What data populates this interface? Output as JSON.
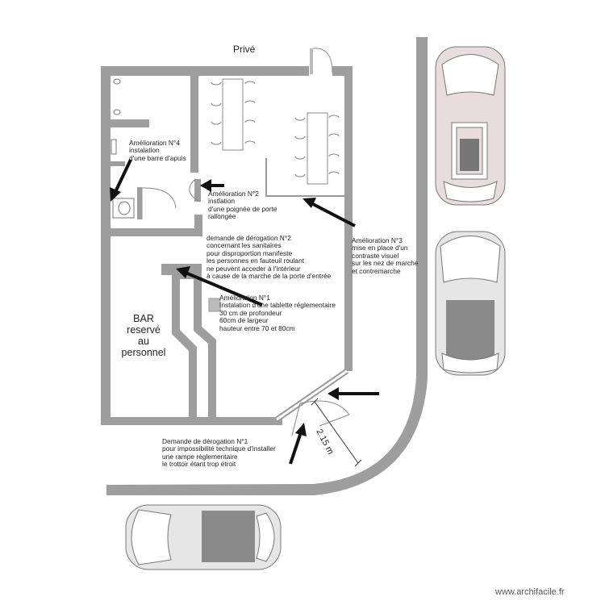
{
  "labels": {
    "prive": "Privé",
    "bar": [
      "BAR",
      "reservé",
      "au",
      "personnel"
    ],
    "dimension": "2.15 m",
    "watermark": "www.archifacile.fr"
  },
  "annotations": {
    "amelioration_4": [
      "Amélioration N°4",
      "instalation",
      "d'une barre d'apuis"
    ],
    "amelioration_2": [
      "Amélioration N°2",
      "instlation",
      "d'une poignée de porte",
      "rallongée"
    ],
    "derogation_2": [
      "demande de dérogation N°2",
      "concernant les sanitaires",
      "pour disproportion manifeste",
      "les personnes en fauteuil roulant",
      "ne peuvent acceder à l'intérieur",
      "à cause de la marche de la porte d'entrée"
    ],
    "amelioration_3": [
      "Amélioration N°3",
      "mise en place d'un",
      "contraste visuel",
      "sur les nez de marche",
      "et contremarche"
    ],
    "amelioration_1": [
      "Amélioration N°1",
      "Instalation d'une tablette réglementaire",
      "30 cm de profondeur",
      "60cm de largeur",
      "hauteur entre 70 et 80cm"
    ],
    "derogation_1": [
      "Demande de dérogation N°1",
      "pour impossibilité technique d'installer",
      "une rampe réglementaire",
      "le trottoir étant trop étroit"
    ]
  },
  "colors": {
    "wall": "#9e9e9e",
    "car_pink": "#e9dcdc",
    "car_grey": "#dcdcdc",
    "car_dark": "#8a8a8a",
    "arrow": "#111111"
  }
}
